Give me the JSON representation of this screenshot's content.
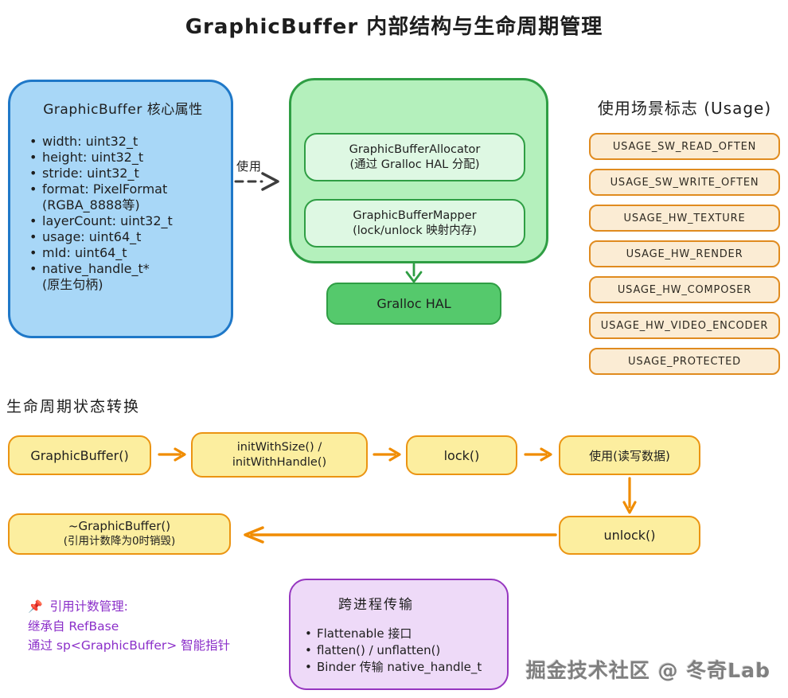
{
  "title": "GraphicBuffer 内部结构与生命周期管理",
  "colors": {
    "blue_fill": "#a8d7f7",
    "blue_stroke": "#1f78c8",
    "green_fill": "#b4f0bc",
    "green_stroke": "#2f9e44",
    "green_inner_fill": "#def8e3",
    "hal_fill": "#55c96c",
    "orange_fill": "#fbecd4",
    "orange_stroke": "#e08b1f",
    "yellow_fill": "#fcee9f",
    "yellow_stroke": "#eb9412",
    "arrow_orange": "#f08c00",
    "purple_fill": "#eedaf8",
    "purple_stroke": "#9636c0",
    "purple_text": "#8b2fc9"
  },
  "core_box": {
    "title": "GraphicBuffer 核心属性",
    "items": [
      {
        "marker": "•",
        "text": "width: uint32_t"
      },
      {
        "marker": "•",
        "text": "height: uint32_t"
      },
      {
        "marker": "•",
        "text": "stride: uint32_t"
      },
      {
        "marker": "•",
        "text": "format: PixelFormat"
      },
      {
        "marker": "",
        "text": "(RGBA_8888等)"
      },
      {
        "marker": "•",
        "text": "layerCount: uint32_t"
      },
      {
        "marker": "•",
        "text": "usage: uint64_t"
      },
      {
        "marker": "•",
        "text": "mId: uint64_t"
      },
      {
        "marker": "•",
        "text": "native_handle_t*"
      },
      {
        "marker": "",
        "text": "(原生句柄)"
      }
    ]
  },
  "use_arrow": {
    "label": "使用"
  },
  "internals": {
    "allocator_line1": "GraphicBufferAllocator",
    "allocator_line2": "(通过 Gralloc HAL 分配)",
    "mapper_line1": "GraphicBufferMapper",
    "mapper_line2": "(lock/unlock 映射内存)",
    "hal": "Gralloc HAL"
  },
  "usage": {
    "title": "使用场景标志 (Usage)",
    "flags": [
      "USAGE_SW_READ_OFTEN",
      "USAGE_SW_WRITE_OFTEN",
      "USAGE_HW_TEXTURE",
      "USAGE_HW_RENDER",
      "USAGE_HW_COMPOSER",
      "USAGE_HW_VIDEO_ENCODER",
      "USAGE_PROTECTED"
    ]
  },
  "lifecycle": {
    "heading": "生命周期状态转换",
    "create": "GraphicBuffer()",
    "init_line1": "initWithSize() /",
    "init_line2": "initWithHandle()",
    "lock": "lock()",
    "use": "使用(读写数据)",
    "unlock": "unlock()",
    "destroy_line1": "~GraphicBuffer()",
    "destroy_line2": "(引用计数降为0时销毁)"
  },
  "refcount_note": {
    "pin": "📌",
    "line1": "引用计数管理:",
    "line2": "继承自 RefBase",
    "line3": "通过 sp<GraphicBuffer> 智能指针"
  },
  "ipc_box": {
    "title": "跨进程传输",
    "items": [
      {
        "marker": "•",
        "text": "Flattenable 接口"
      },
      {
        "marker": "•",
        "text": "flatten() / unflatten()"
      },
      {
        "marker": "•",
        "text": "Binder 传输 native_handle_t"
      }
    ]
  },
  "watermark": "掘金技术社区 @ 冬奇Lab"
}
